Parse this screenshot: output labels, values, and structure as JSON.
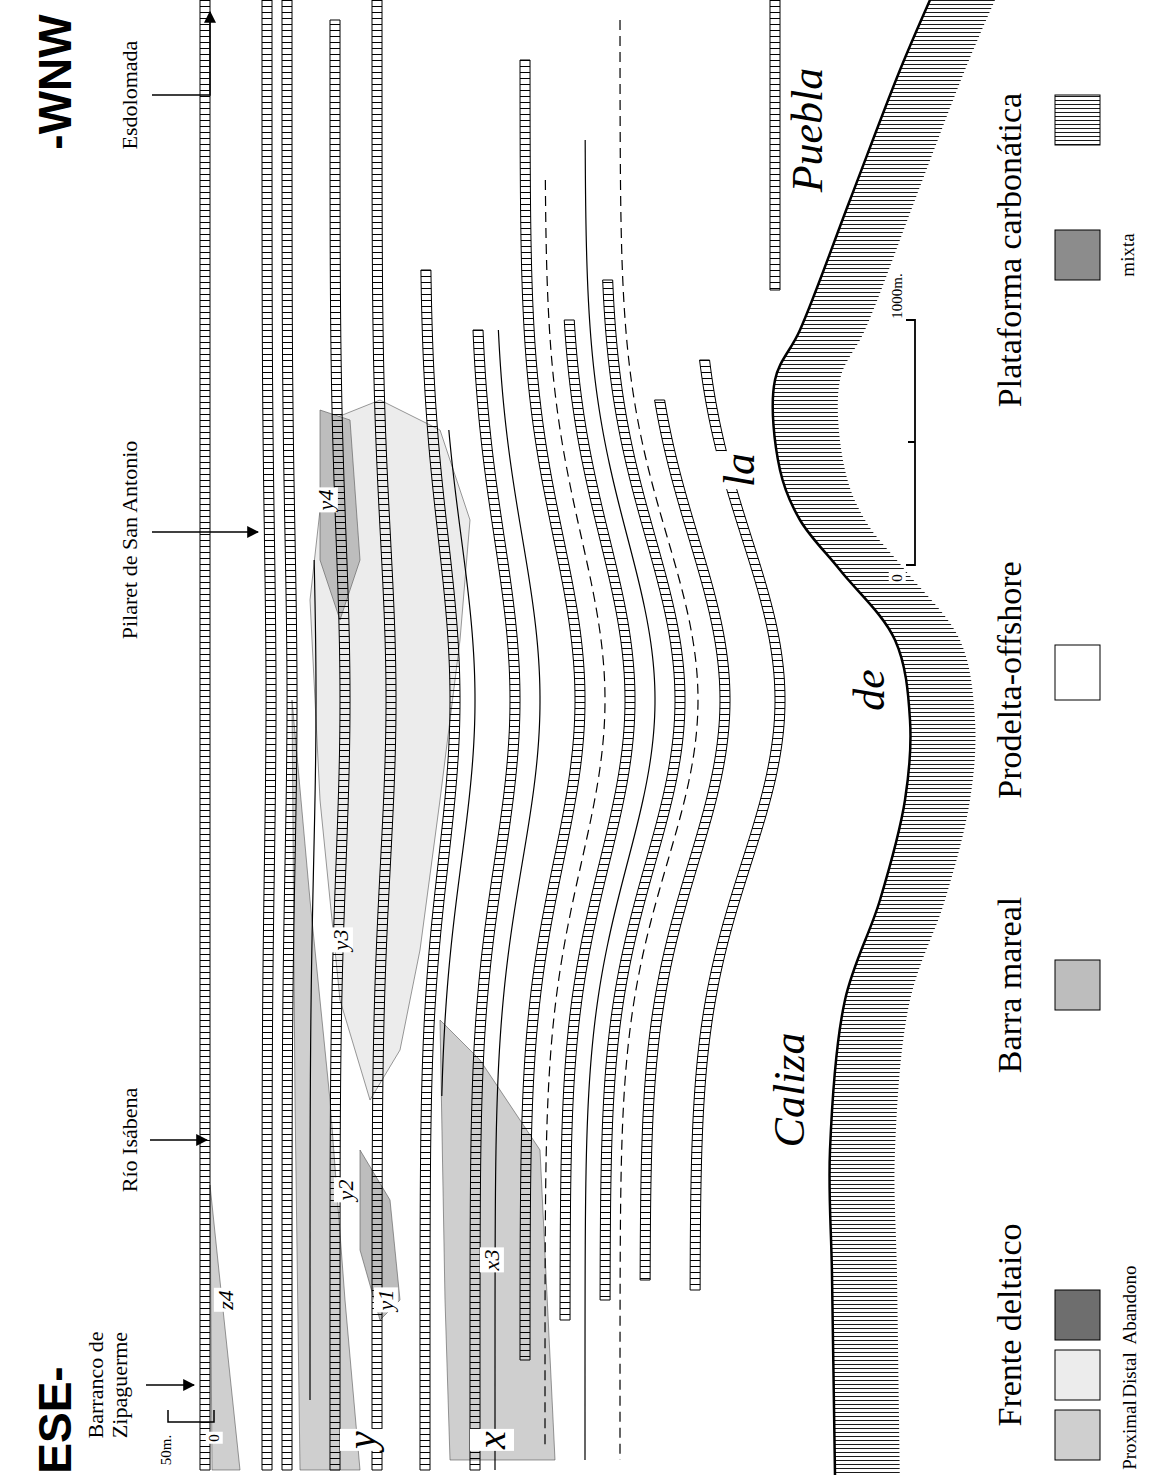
{
  "diagram": {
    "labels": [
      "ESE-",
      "-WNW",
      "Barranco de Zipaguerme",
      "Río Isábena",
      "Pilaret de San Antonio",
      "Esdolomada",
      "z4",
      "y",
      "y1",
      "y2",
      "y3",
      "y4",
      "x",
      "x3",
      "Caliza",
      "de",
      "la",
      "Puebla",
      "50m.",
      "0",
      "1000m.",
      "0",
      "Frente deltaico",
      "Plataforma carbonática"
    ],
    "legend": [
      {
        "text": "Proximal",
        "color": "#cfcfcf"
      },
      {
        "text": "Distal",
        "color": "#ececec"
      },
      {
        "text": "Abandono",
        "color": "#6e6e6e"
      },
      {
        "text": "Barra mareal",
        "color": "#bdbdbd"
      },
      {
        "text": "Prodelta-offshore",
        "color": "#ffffff"
      },
      {
        "text": "mixta",
        "color": "#8c8c8c"
      }
    ]
  }
}
